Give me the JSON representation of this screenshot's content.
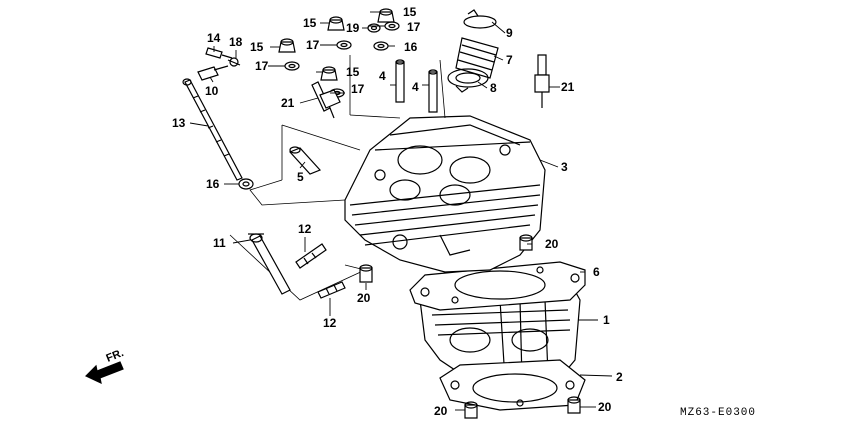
{
  "diagram": {
    "callouts": [
      {
        "id": "c15a",
        "text": "15"
      },
      {
        "id": "c15b",
        "text": "15"
      },
      {
        "id": "c15c",
        "text": "15"
      },
      {
        "id": "c15d",
        "text": "15"
      },
      {
        "id": "c17a",
        "text": "17"
      },
      {
        "id": "c17b",
        "text": "17"
      },
      {
        "id": "c17c",
        "text": "17"
      },
      {
        "id": "c17d",
        "text": "17"
      },
      {
        "id": "c19",
        "text": "19"
      },
      {
        "id": "c16a",
        "text": "16"
      },
      {
        "id": "c16b",
        "text": "16"
      },
      {
        "id": "c14",
        "text": "14"
      },
      {
        "id": "c18",
        "text": "18"
      },
      {
        "id": "c10",
        "text": "10"
      },
      {
        "id": "c21a",
        "text": "21"
      },
      {
        "id": "c21b",
        "text": "21"
      },
      {
        "id": "c13",
        "text": "13"
      },
      {
        "id": "c4a",
        "text": "4"
      },
      {
        "id": "c4b",
        "text": "4"
      },
      {
        "id": "c9",
        "text": "9"
      },
      {
        "id": "c7",
        "text": "7"
      },
      {
        "id": "c8",
        "text": "8"
      },
      {
        "id": "c3",
        "text": "3"
      },
      {
        "id": "c5",
        "text": "5"
      },
      {
        "id": "c11",
        "text": "11"
      },
      {
        "id": "c12a",
        "text": "12"
      },
      {
        "id": "c12b",
        "text": "12"
      },
      {
        "id": "c20a",
        "text": "20"
      },
      {
        "id": "c20b",
        "text": "20"
      },
      {
        "id": "c20c",
        "text": "20"
      },
      {
        "id": "c20d",
        "text": "20"
      },
      {
        "id": "c6",
        "text": "6"
      },
      {
        "id": "c1",
        "text": "1"
      },
      {
        "id": "c2",
        "text": "2"
      }
    ],
    "direction_label": "FR.",
    "diagram_code": "MZ63-E0300"
  }
}
